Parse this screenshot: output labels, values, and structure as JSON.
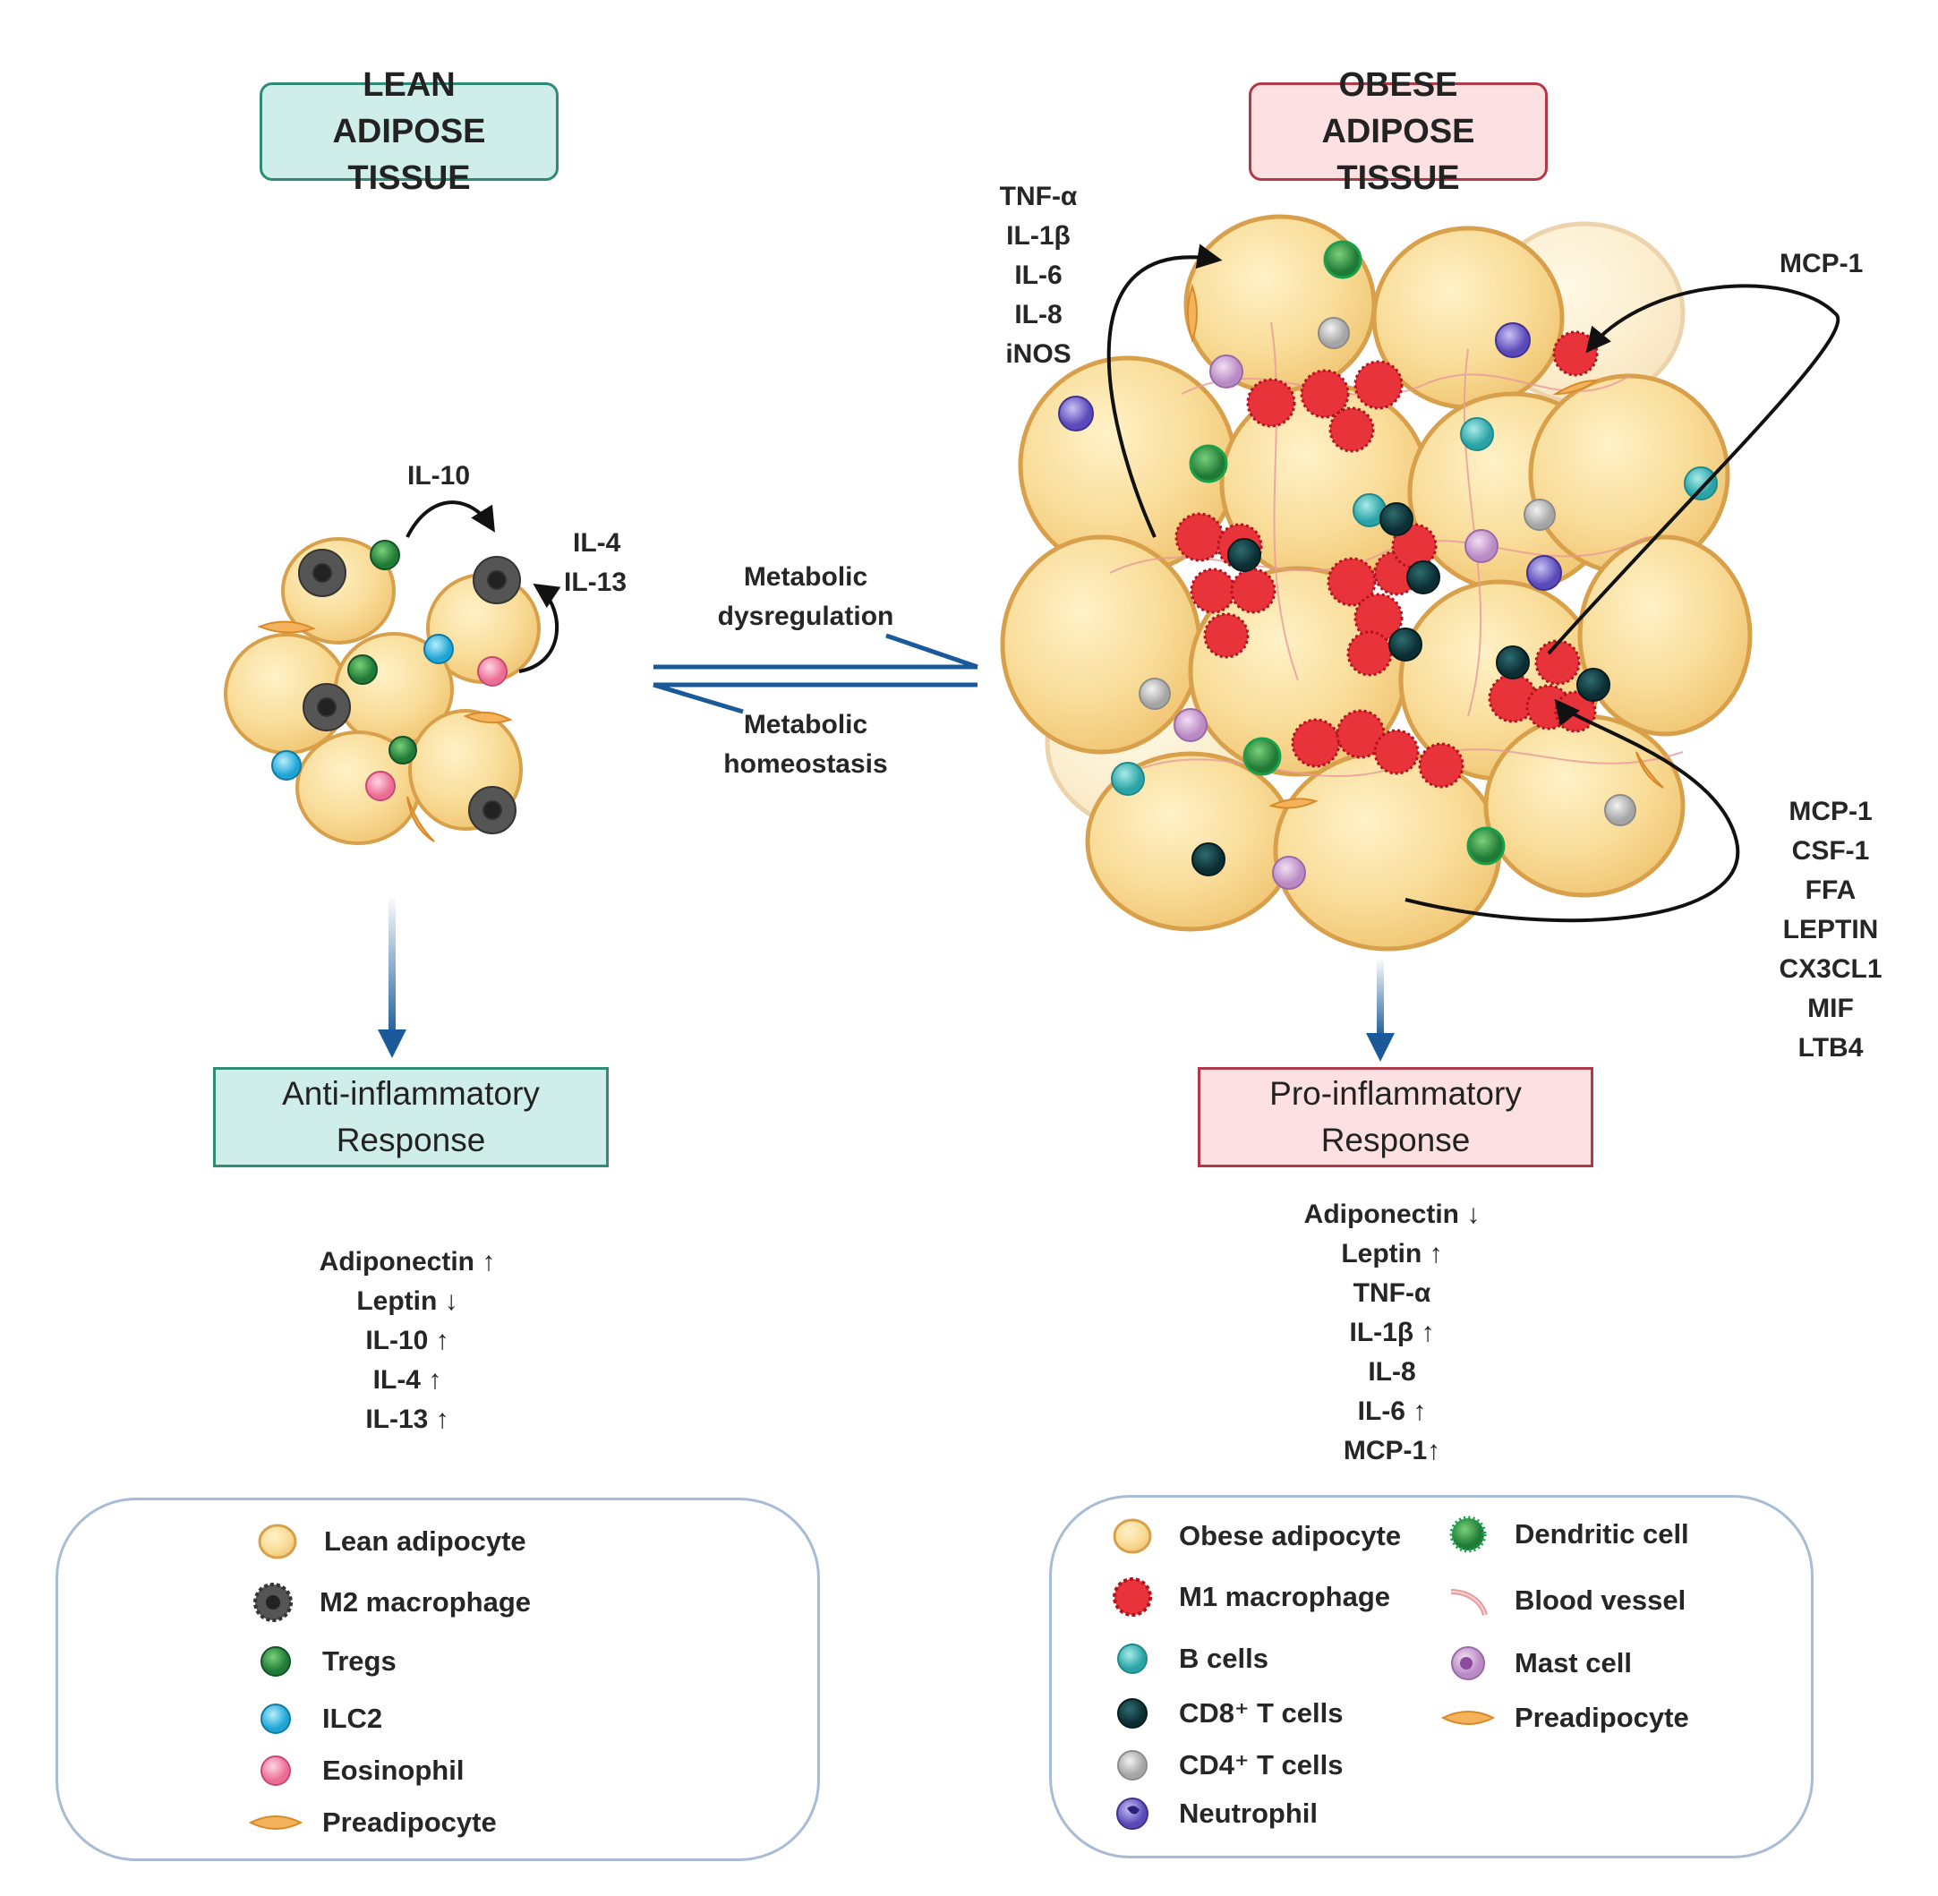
{
  "lean": {
    "title": "LEAN ADIPOSE TISSUE",
    "il10_label": "IL-10",
    "il4_label": "IL-4",
    "il13_label": "IL-13",
    "response_label": "Anti-inflammatory Response",
    "markers": [
      "Adiponectin ↑",
      "Leptin ↓",
      "IL-10 ↑",
      "IL-4 ↑",
      "IL-13 ↑"
    ],
    "legend": [
      {
        "label": "Lean adipocyte",
        "icon": "adipocyte-icon"
      },
      {
        "label": "M2 macrophage",
        "icon": "m2-macrophage-icon"
      },
      {
        "label": "Tregs",
        "icon": "treg-icon"
      },
      {
        "label": "ILC2",
        "icon": "ilc2-icon"
      },
      {
        "label": "Eosinophil",
        "icon": "eosinophil-icon"
      },
      {
        "label": "Preadipocyte",
        "icon": "preadipocyte-icon"
      }
    ]
  },
  "transition": {
    "forward_label": "Metabolic dysregulation",
    "reverse_label": "Metabolic homeostasis"
  },
  "obese": {
    "title": "OBESE ADIPOSE TISSUE",
    "cytokines_left": [
      "TNF-α",
      "IL-1β",
      "IL-6",
      "IL-8",
      "iNOS"
    ],
    "mcp1_label": "MCP-1",
    "chemokines_right": [
      "MCP-1",
      "CSF-1",
      "FFA",
      "LEPTIN",
      "CX3CL1",
      "MIF",
      "LTB4"
    ],
    "response_label": "Pro-inflammatory Response",
    "markers": [
      "Adiponectin ↓",
      "Leptin ↑",
      "TNF-α",
      "IL-1β ↑",
      "IL-8",
      "IL-6 ↑",
      "MCP-1↑"
    ],
    "legend_left": [
      {
        "label": "Obese adipocyte",
        "icon": "adipocyte-icon"
      },
      {
        "label": "M1 macrophage",
        "icon": "m1-macrophage-icon"
      },
      {
        "label": "B cells",
        "icon": "b-cell-icon"
      },
      {
        "label": "CD8⁺ T cells",
        "icon": "cd8-t-cell-icon"
      },
      {
        "label": "CD4⁺ T cells",
        "icon": "cd4-t-cell-icon"
      },
      {
        "label": "Neutrophil",
        "icon": "neutrophil-icon"
      }
    ],
    "legend_right": [
      {
        "label": "Dendritic cell",
        "icon": "dendritic-cell-icon"
      },
      {
        "label": "Blood vessel",
        "icon": "blood-vessel-icon"
      },
      {
        "label": "Mast cell",
        "icon": "mast-cell-icon"
      },
      {
        "label": "Preadipocyte",
        "icon": "preadipocyte-icon"
      }
    ]
  },
  "colors": {
    "lean_fill": "#cfeee9",
    "lean_border": "#2f8a76",
    "obese_fill": "#fde0e1",
    "obese_border": "#b23a48",
    "arrow_blue": "#1a5a9a",
    "adipocyte": "#f7d68f",
    "adipocyte_border": "#d8a04a"
  }
}
